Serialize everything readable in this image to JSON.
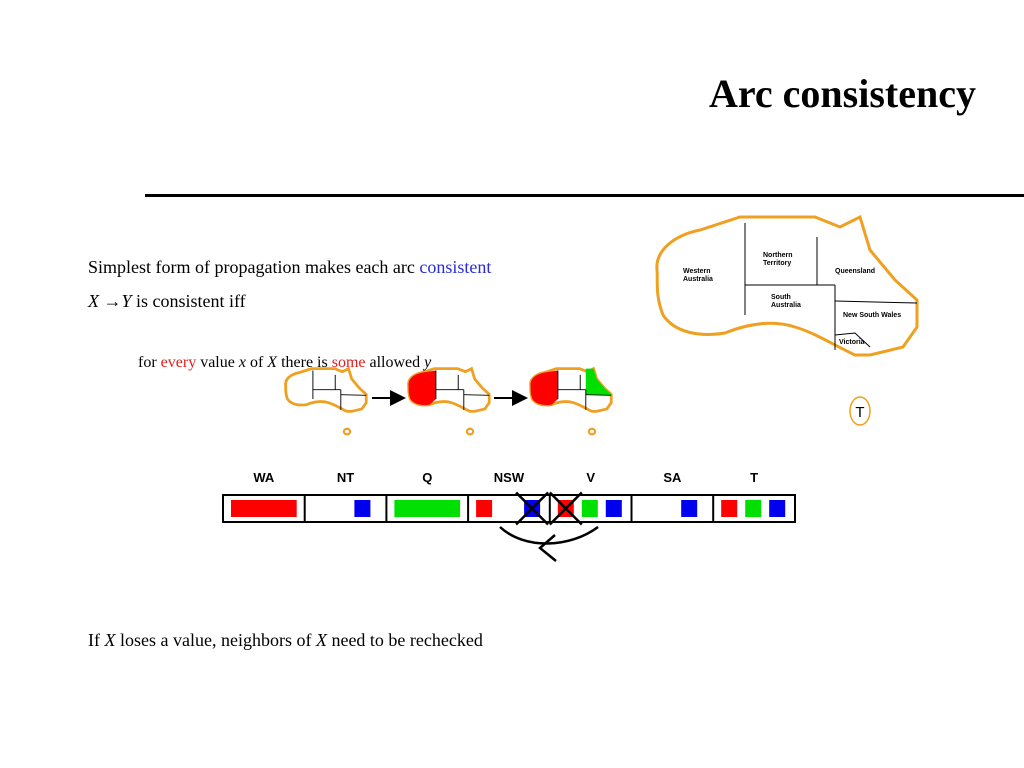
{
  "slide": {
    "title": "Arc consistency"
  },
  "text": {
    "line1_prefix": "Simplest form of propagation makes each arc ",
    "line1_highlight": "consistent",
    "line2_x": "X",
    "line2_arrow": "→",
    "line2_y": "Y",
    "line2_rest": " is consistent iff",
    "line3_a": "for ",
    "line3_every": "every",
    "line3_b": " value ",
    "line3_x": "x",
    "line3_c": " of ",
    "line3_X": "X",
    "line3_d": " there is ",
    "line3_some": "some",
    "line3_e": " allowed ",
    "line3_y": "y",
    "line4_a": "If ",
    "line4_x1": "X",
    "line4_b": " loses a value, neighbors of ",
    "line4_x2": "X",
    "line4_c": " need to be rechecked"
  },
  "map": {
    "labels": {
      "western_australia": "Western\nAustralia",
      "northern_territory": "Northern\nTerritory",
      "queensland": "Queensland",
      "south_australia": "South\nAustralia",
      "new_south_wales": "New South Wales",
      "victoria": "Victoria",
      "tasmania": "T"
    }
  },
  "domains": {
    "variables": [
      "WA",
      "NT",
      "Q",
      "NSW",
      "V",
      "SA",
      "T"
    ],
    "values": {
      "WA": [
        "red"
      ],
      "NT": [
        "blue"
      ],
      "Q": [
        "green"
      ],
      "NSW": [
        "red",
        "blue"
      ],
      "V": [
        "red",
        "green",
        "blue"
      ],
      "SA": [
        "blue"
      ],
      "T": [
        "red",
        "green",
        "blue"
      ]
    },
    "crossed_out": {
      "NSW": [
        "blue"
      ],
      "V": [
        "red"
      ]
    }
  },
  "colors": {
    "red": "#ff0000",
    "green": "#00e000",
    "blue": "#0000ee",
    "map_outline": "#f0a020",
    "highlight_blue": "#2b2bd6",
    "highlight_red": "#e31c1c"
  }
}
